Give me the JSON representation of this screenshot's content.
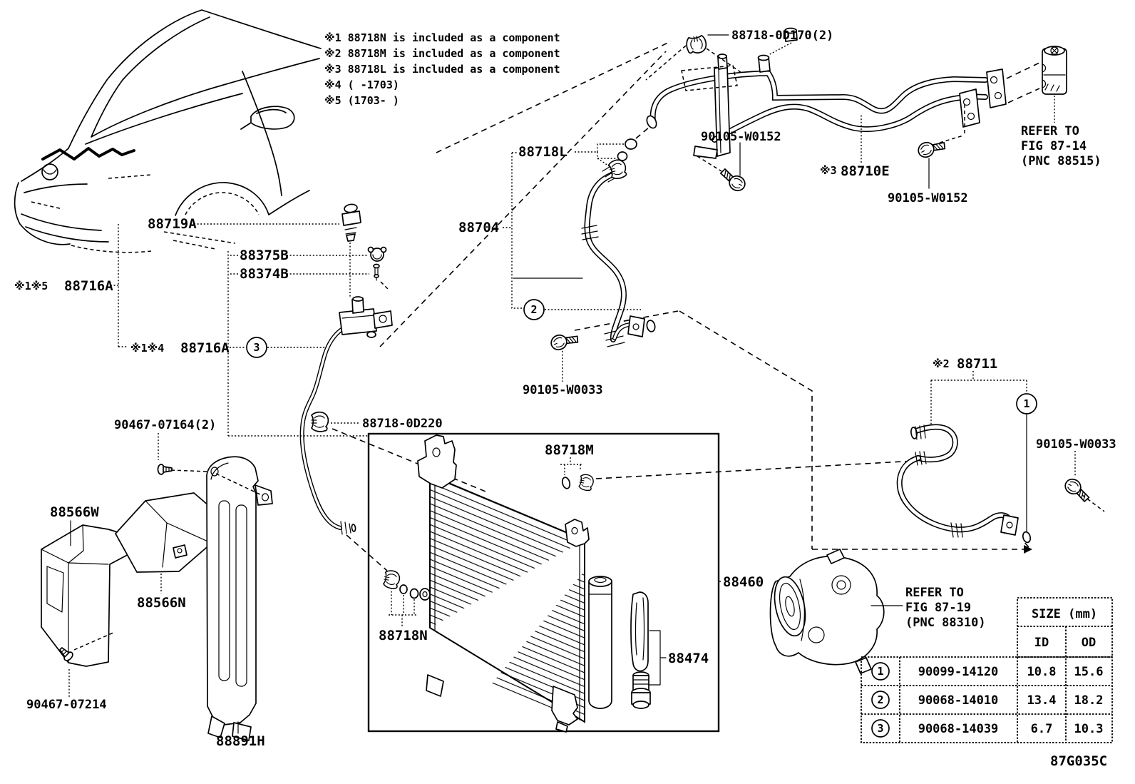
{
  "figure_code": "87G035C",
  "colors": {
    "ink": "#000000",
    "paper": "#ffffff"
  },
  "notes": [
    "※1 88718N is included as a component",
    "※2 88718M is included as a component",
    "※3 88718L  is included as a component",
    "※4 (     -1703)",
    "※5 (1703-     )"
  ],
  "labels": {
    "n88718_0d170": "88718-0D170(2)",
    "n90105_w0152": "90105-W0152",
    "n88710e_pre": "※3",
    "n88710e": "88710E",
    "ref14_1": "REFER TO",
    "ref14_2": "FIG 87-14",
    "ref14_3": "(PNC 88515)",
    "n88719a": "88719A",
    "n88375b": "88375B",
    "n88374b": "88374B",
    "n88716a_pre_a": "※1※5",
    "n88716a_pre_b": "※1※4",
    "n88716a": "88716A",
    "n88704": "88704",
    "n88718l": "88718L",
    "n90105_w0033": "90105-W0033",
    "n88711_pre": "※2",
    "n88711": "88711",
    "n88718_0d220": "88718-0D220",
    "n90467_07164": "90467-07164(2)",
    "n88566w": "88566W",
    "n88566n": "88566N",
    "n90467_07214": "90467-07214",
    "n88891h": "88891H",
    "n88718m": "88718M",
    "n88718n": "88718N",
    "n88460": "88460",
    "n88474": "88474",
    "ref19_1": "REFER TO",
    "ref19_2": "FIG 87-19",
    "ref19_3": "(PNC 88310)"
  },
  "callouts": {
    "one": "1",
    "two": "2",
    "three": "3"
  },
  "table": {
    "size_header": "SIZE (mm)",
    "col_id": "ID",
    "col_od": "OD",
    "rows": [
      {
        "no": "1",
        "part": "90099-14120",
        "id": "10.8",
        "od": "15.6"
      },
      {
        "no": "2",
        "part": "90068-14010",
        "id": "13.4",
        "od": "18.2"
      },
      {
        "no": "3",
        "part": "90068-14039",
        "id": "6.7",
        "od": "10.3"
      }
    ]
  }
}
